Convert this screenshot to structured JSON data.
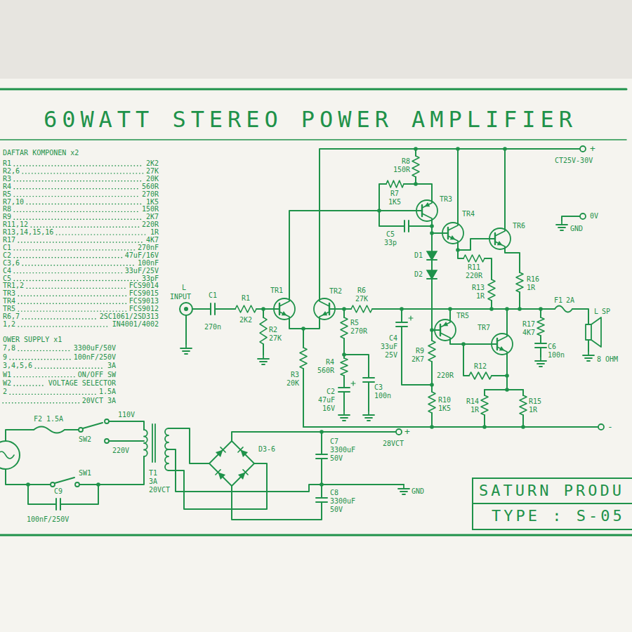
{
  "diagram": {
    "title": "60WATT STEREO POWER AMPLIFIER",
    "nodes": [
      {
        "text": [
          "SATURN PRODU",
          "TYPE : S-05"
        ]
      }
    ],
    "labels": [
      "DAFTAR KOMPONEN x2",
      "R1",
      "2K2",
      "R2,6",
      "27K",
      "R3",
      "20K",
      "R4",
      "560R",
      "R5",
      "270R",
      "R7,10",
      "1K5",
      "R8",
      "150R",
      "R9",
      "2K7",
      "R11,12",
      "220R",
      "R13,14,15,16",
      "1R",
      "R17",
      "4K7",
      "C1",
      "270nF",
      "C2",
      "47uF/16V",
      "C3,6",
      "100nF",
      "C4",
      "33uF/25V",
      "C5",
      "33pF",
      "TR1,2",
      "FCS9014",
      "TR3",
      "FCS9015",
      "TR4",
      "FCS9013",
      "TR5",
      "FCS9012",
      "R6,7",
      "2SC1061/2SD313",
      "1,2",
      "IN4001/4002",
      "OWER SUPPLY x1",
      "7,8",
      "3300uF/50V",
      "9",
      "100nF/250V",
      "3,4,5,6",
      "3A",
      "W1",
      "ON/OFF SW",
      "W2",
      "VOLTAGE SELECTOR",
      "2",
      "1.5A",
      "20VCT 3A",
      "L",
      "INPUT",
      "C1",
      "270n",
      "R1",
      "2K2",
      "TR1",
      "R2",
      "27K",
      "TR2",
      "R6",
      "27K",
      "R5",
      "270R",
      "R4",
      "560R",
      "R3",
      "20K",
      "C2",
      "47uF",
      "16V",
      "C3",
      "100n",
      "C4",
      "33uF",
      "25V",
      "R8",
      "150R",
      "R7",
      "1K5",
      "TR3",
      "C5",
      "33p",
      "TR4",
      "TR6",
      "D1",
      "D2",
      "R11",
      "220R",
      "R13",
      "1R",
      "R16",
      "1R",
      "F1",
      "2A",
      "L",
      "SP",
      "8 OHM",
      "TR5",
      "TR7",
      "R17",
      "4K7",
      "C6",
      "100n",
      "R9",
      "2K7",
      "R12",
      "220R",
      "R10",
      "1K5",
      "R14",
      "1R",
      "R15",
      "1R",
      "+",
      "CT25V-30V",
      "0V",
      "GND",
      "-",
      "F2",
      "1.5A",
      "SW2",
      "110V",
      "220V",
      "T1",
      "3A",
      "20VCT",
      "SW1",
      "C9",
      "100nF/250V",
      "D3-6",
      "C7",
      "3300uF",
      "50V",
      "C8",
      "3300uF",
      "50V",
      "+",
      "28VCT",
      "GND"
    ]
  }
}
